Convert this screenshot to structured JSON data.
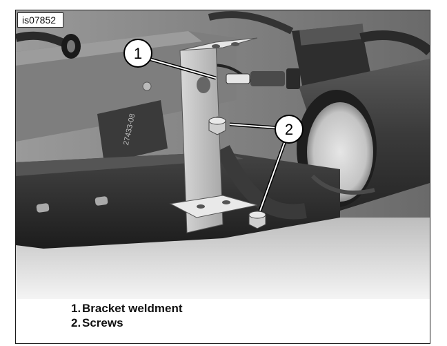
{
  "figure": {
    "id": "is07852",
    "callouts": [
      "1",
      "2"
    ],
    "legend": [
      {
        "number": "1.",
        "label": "Bracket weldment"
      },
      {
        "number": "2.",
        "label": "Screws"
      }
    ]
  }
}
